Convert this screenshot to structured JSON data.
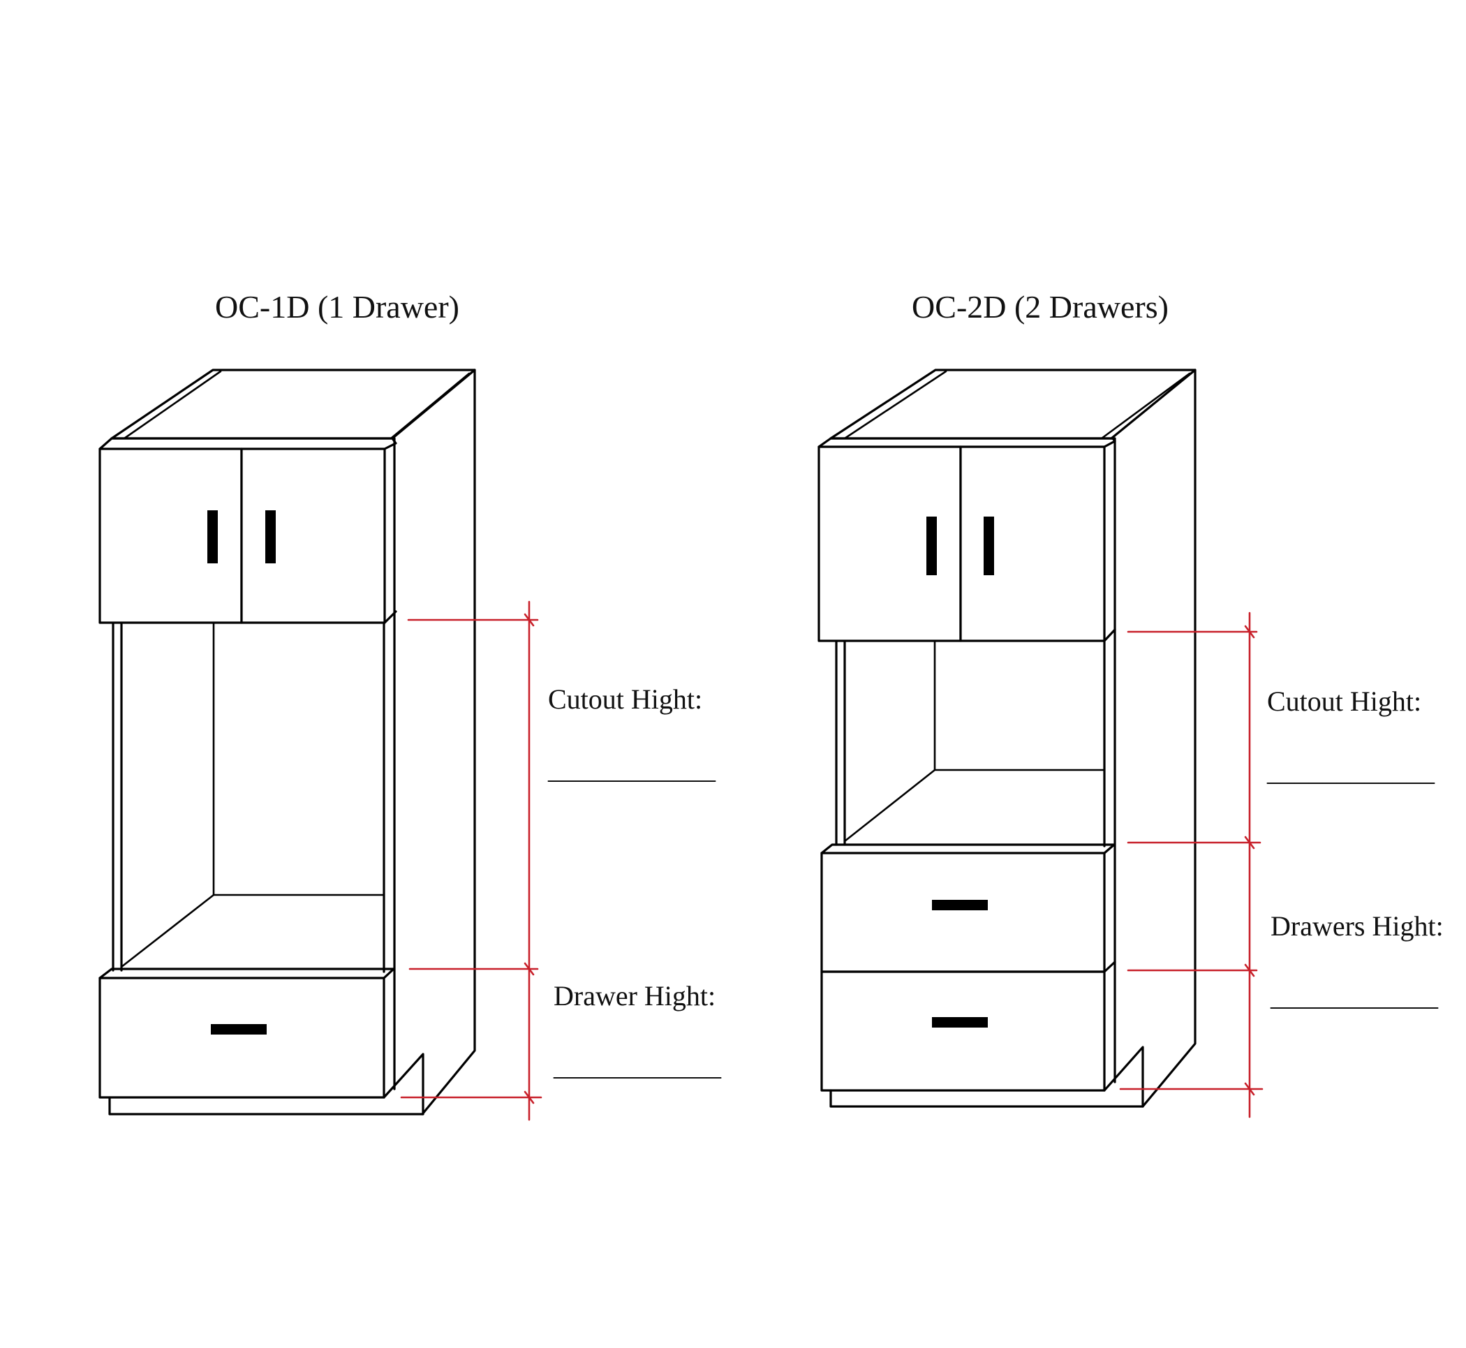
{
  "diagram": {
    "accent_color": "#c8202a",
    "line_color": "#000000",
    "cabinets": [
      {
        "id": "oc-1d",
        "title": "OC-1D (1 Drawer)",
        "labels": [
          {
            "text": "Cutout Hight:",
            "blank": "____________"
          },
          {
            "text": "Drawer Hight:",
            "blank": "____________"
          }
        ]
      },
      {
        "id": "oc-2d",
        "title": "OC-2D (2 Drawers)",
        "labels": [
          {
            "text": "Cutout Hight:",
            "blank": "____________"
          },
          {
            "text": "Drawers Hight:",
            "blank": "____________"
          }
        ]
      }
    ]
  }
}
